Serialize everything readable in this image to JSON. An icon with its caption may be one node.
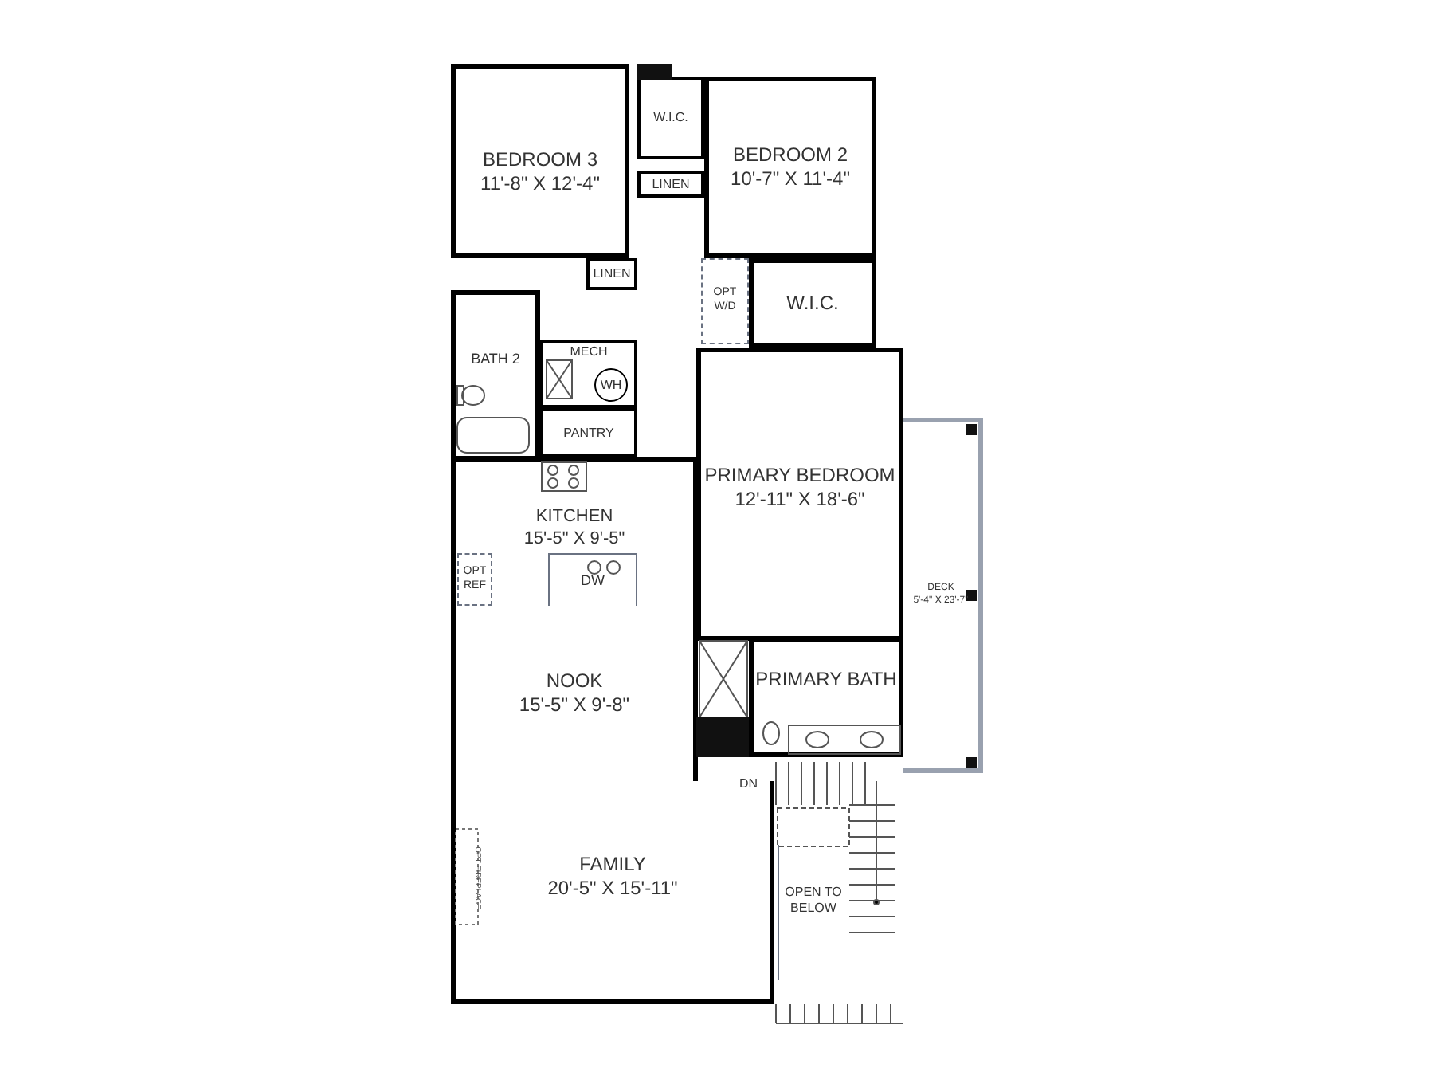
{
  "diagram": {
    "nodes": [
      {
        "text": [
          "BEDROOM 3",
          "11'-8\" X 12'-4\""
        ]
      },
      {
        "text": [
          "W.I.C."
        ]
      },
      {
        "text": [
          "BEDROOM 2",
          "10'-7\" X 11'-4\""
        ]
      },
      {
        "text": [
          "LINEN"
        ]
      },
      {
        "text": [
          "LINEN"
        ]
      },
      {
        "text": [
          "OPT W/D"
        ]
      },
      {
        "text": [
          "W.I.C."
        ]
      },
      {
        "text": [
          "BATH 2"
        ]
      },
      {
        "text": [
          "MECH"
        ]
      },
      {
        "text": [
          "WH"
        ],
        "in": 8
      },
      {
        "text": [
          "PANTRY"
        ]
      },
      {
        "text": [
          "KITCHEN",
          "15'-5\" X 9'-5\""
        ]
      },
      {
        "text": [
          "OPT REF"
        ],
        "in": 11
      },
      {
        "text": [
          "DW"
        ]
      },
      {
        "text": [
          "PRIMARY BEDROOM",
          "12'-11\" X 18'-6\""
        ]
      },
      {
        "text": [
          "DECK",
          "5'-4\" X 23'-7\""
        ]
      },
      {
        "text": [
          "NOOK",
          "15'-5\" X 9'-8\""
        ]
      },
      {
        "text": [
          "PRIMARY BATH"
        ]
      },
      {
        "text": [
          "FAMILY",
          "20'-5\" X 15'-11\""
        ]
      },
      {
        "text": [
          "OPEN TO BELOW"
        ]
      }
    ],
    "labels": [
      "DN",
      "OPT FIREPLACE"
    ]
  }
}
